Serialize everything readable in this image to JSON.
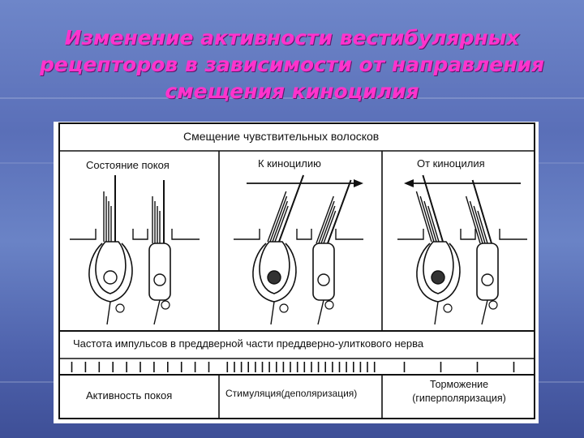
{
  "title": {
    "lines": [
      "Изменение активности вестибулярных",
      "рецепторов в зависимости от направления",
      "смещения киноцилия"
    ]
  },
  "diagram": {
    "header": "Смещение чувствительных волосков",
    "columns": [
      {
        "label": "Состояние покоя"
      },
      {
        "label": "К киноцилию"
      },
      {
        "label": "От киноцилия"
      }
    ],
    "frequency_label": "Частота импульсов в преддверной части преддверно-улиткового нерва",
    "activity": [
      {
        "label": "Активность покоя"
      },
      {
        "label": "Стимуляция(деполяризация)"
      },
      {
        "label": "Торможение\n(гиперполяризация)"
      }
    ],
    "spike_counts": [
      11,
      22,
      4
    ]
  },
  "colors": {
    "title": "#ff33cc",
    "line": "#111111"
  }
}
